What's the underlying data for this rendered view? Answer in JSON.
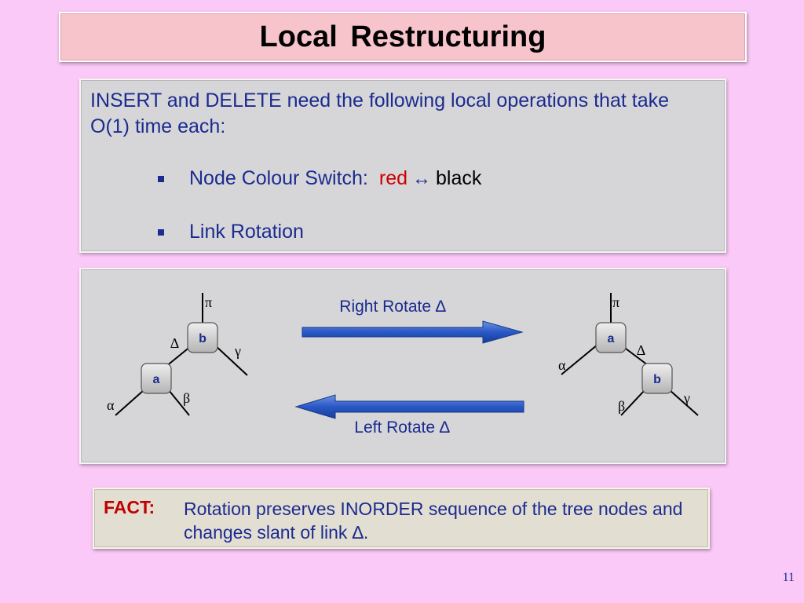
{
  "title": "Local  Restructuring",
  "ops": {
    "intro": "INSERT and DELETE need the following local operations that take O(1) time each:",
    "bullet1_prefix": "Node Colour Switch:",
    "bullet1_red": "red",
    "bullet1_arrow": "↔",
    "bullet1_black": "black",
    "bullet2": "Link Rotation"
  },
  "rotation": {
    "right_label": "Right Rotate ∆",
    "left_label": "Left Rotate ∆",
    "left_tree": {
      "top_node": "b",
      "bottom_node": "a",
      "pi": "π",
      "delta": "∆",
      "gamma": "γ",
      "alpha": "α",
      "beta": "β"
    },
    "right_tree": {
      "top_node": "a",
      "bottom_node": "b",
      "pi": "π",
      "delta": "∆",
      "gamma": "γ",
      "alpha": "α",
      "beta": "β"
    },
    "colors": {
      "node_label": "#1b2b8f",
      "arrow": "#1f4fb5"
    }
  },
  "fact": {
    "label": "FACT:",
    "text": "Rotation preserves INORDER sequence of the tree nodes and changes slant of link ∆."
  },
  "page_number": "11",
  "colors": {
    "background": "#fac9f7",
    "text_blue": "#1b2b8f",
    "fact_red": "#c00000"
  }
}
